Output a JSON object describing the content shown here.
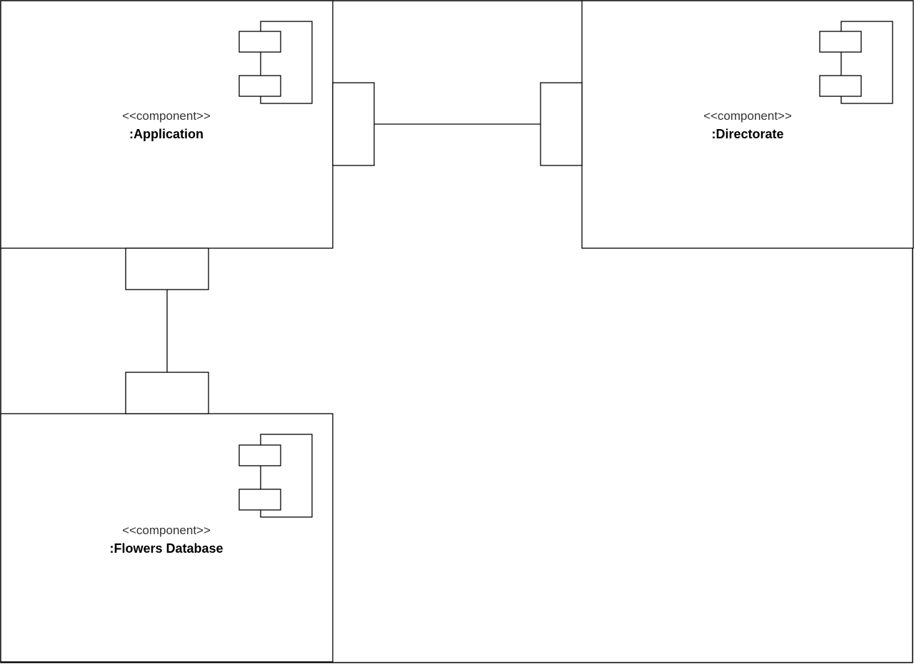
{
  "components": [
    {
      "id": "application",
      "stereotype": "<<component>>",
      "name": ":Application"
    },
    {
      "id": "directorate",
      "stereotype": "<<component>>",
      "name": ":Directorate"
    },
    {
      "id": "flowers-database",
      "stereotype": "<<component>>",
      "name": ":Flowers Database"
    }
  ],
  "connectors": [
    {
      "from": "application",
      "to": "directorate"
    },
    {
      "from": "application",
      "to": "flowers-database"
    }
  ]
}
